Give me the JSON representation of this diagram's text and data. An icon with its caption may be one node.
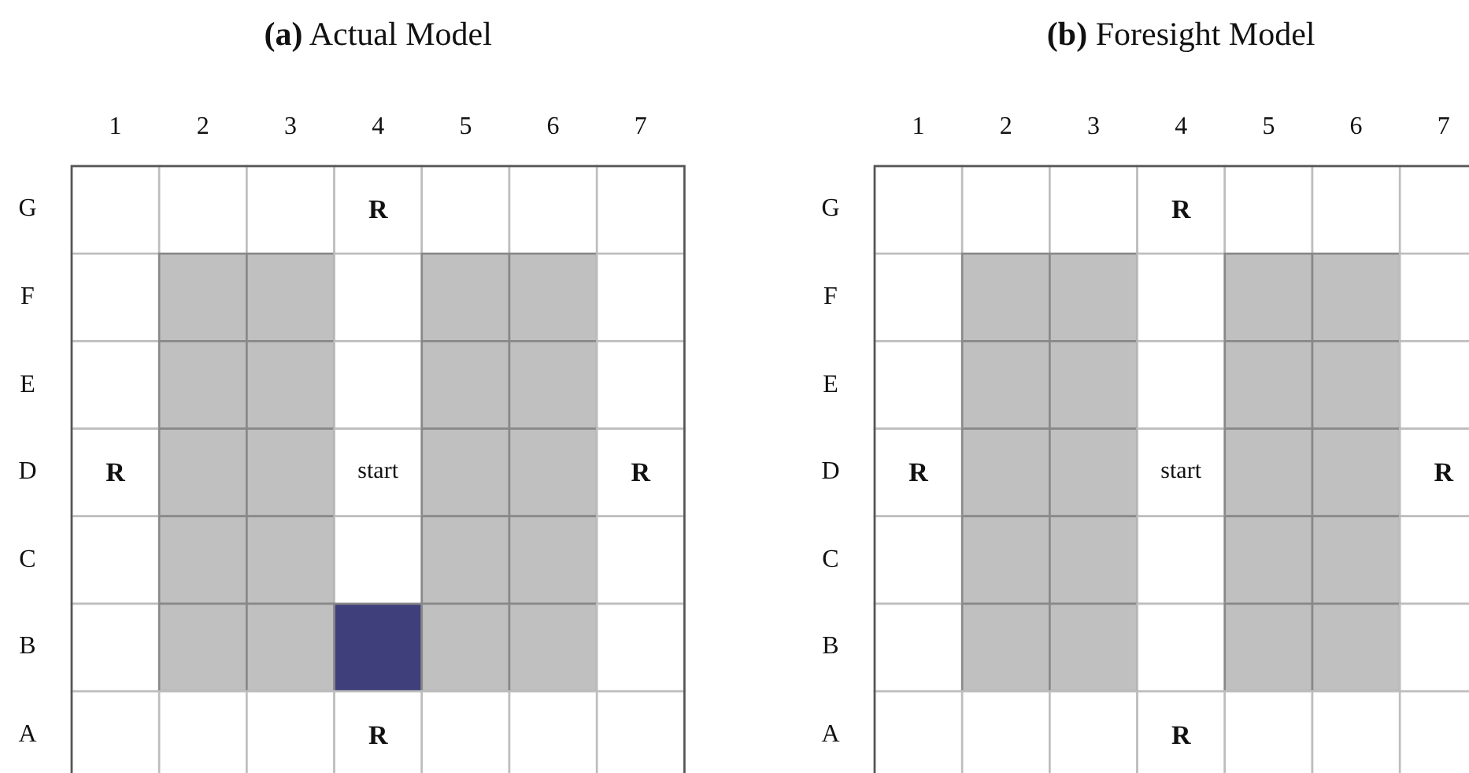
{
  "diagram": {
    "labels": [
      "**(a)** Actual Model",
      "**(b)** Foresight Model",
      "1",
      "2",
      "3",
      "4",
      "5",
      "6",
      "7",
      "1",
      "2",
      "3",
      "4",
      "5",
      "6",
      "7",
      "G",
      "R",
      "G",
      "R",
      "F",
      "F",
      "E",
      "E",
      "D",
      "R",
      "start",
      "R",
      "D",
      "R",
      "start",
      "R",
      "C",
      "C",
      "B",
      "B",
      "A",
      "R",
      "A",
      "R"
    ]
  }
}
